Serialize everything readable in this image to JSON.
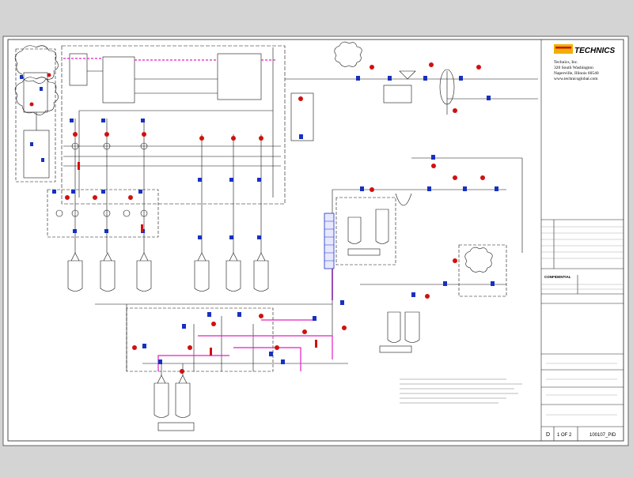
{
  "company": {
    "logo_text": "TECHNICS",
    "name": "Technics, Inc.",
    "address_line1": "320 South Washington",
    "address_line2": "Naperville, Illinois 60540",
    "website": "www.technicsglobal.com"
  },
  "title_block": {
    "confidential": "CONFIDENTIAL",
    "drawing_number": "100107_PID",
    "sheet": "1 OF 2",
    "revision": "D"
  },
  "colors": {
    "line": "#111111",
    "pink": "#e020c0",
    "red_valve": "#d01010",
    "blue_valve": "#1830c0",
    "purple_line": "#8020a0"
  }
}
